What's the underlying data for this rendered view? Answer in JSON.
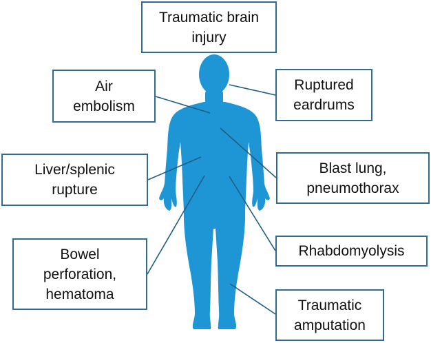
{
  "colors": {
    "body": "#1E96D6",
    "connector": "#1F5F80",
    "box_border": "#2E6C93",
    "text": "#111111"
  },
  "labels": {
    "traumatic_brain_injury": "Traumatic brain\ninjury",
    "air_embolism": "Air\nembolism",
    "ruptured_eardrums": "Ruptured\neardrums",
    "liver_splenic_rupture": "Liver/splenic\nrupture",
    "blast_lung": "Blast lung,\npneumothorax",
    "bowel_perforation": "Bowel\nperforation,\nhematoma",
    "rhabdomyolysis": "Rhabdomyolysis",
    "traumatic_amputation": "Traumatic\namputation"
  }
}
